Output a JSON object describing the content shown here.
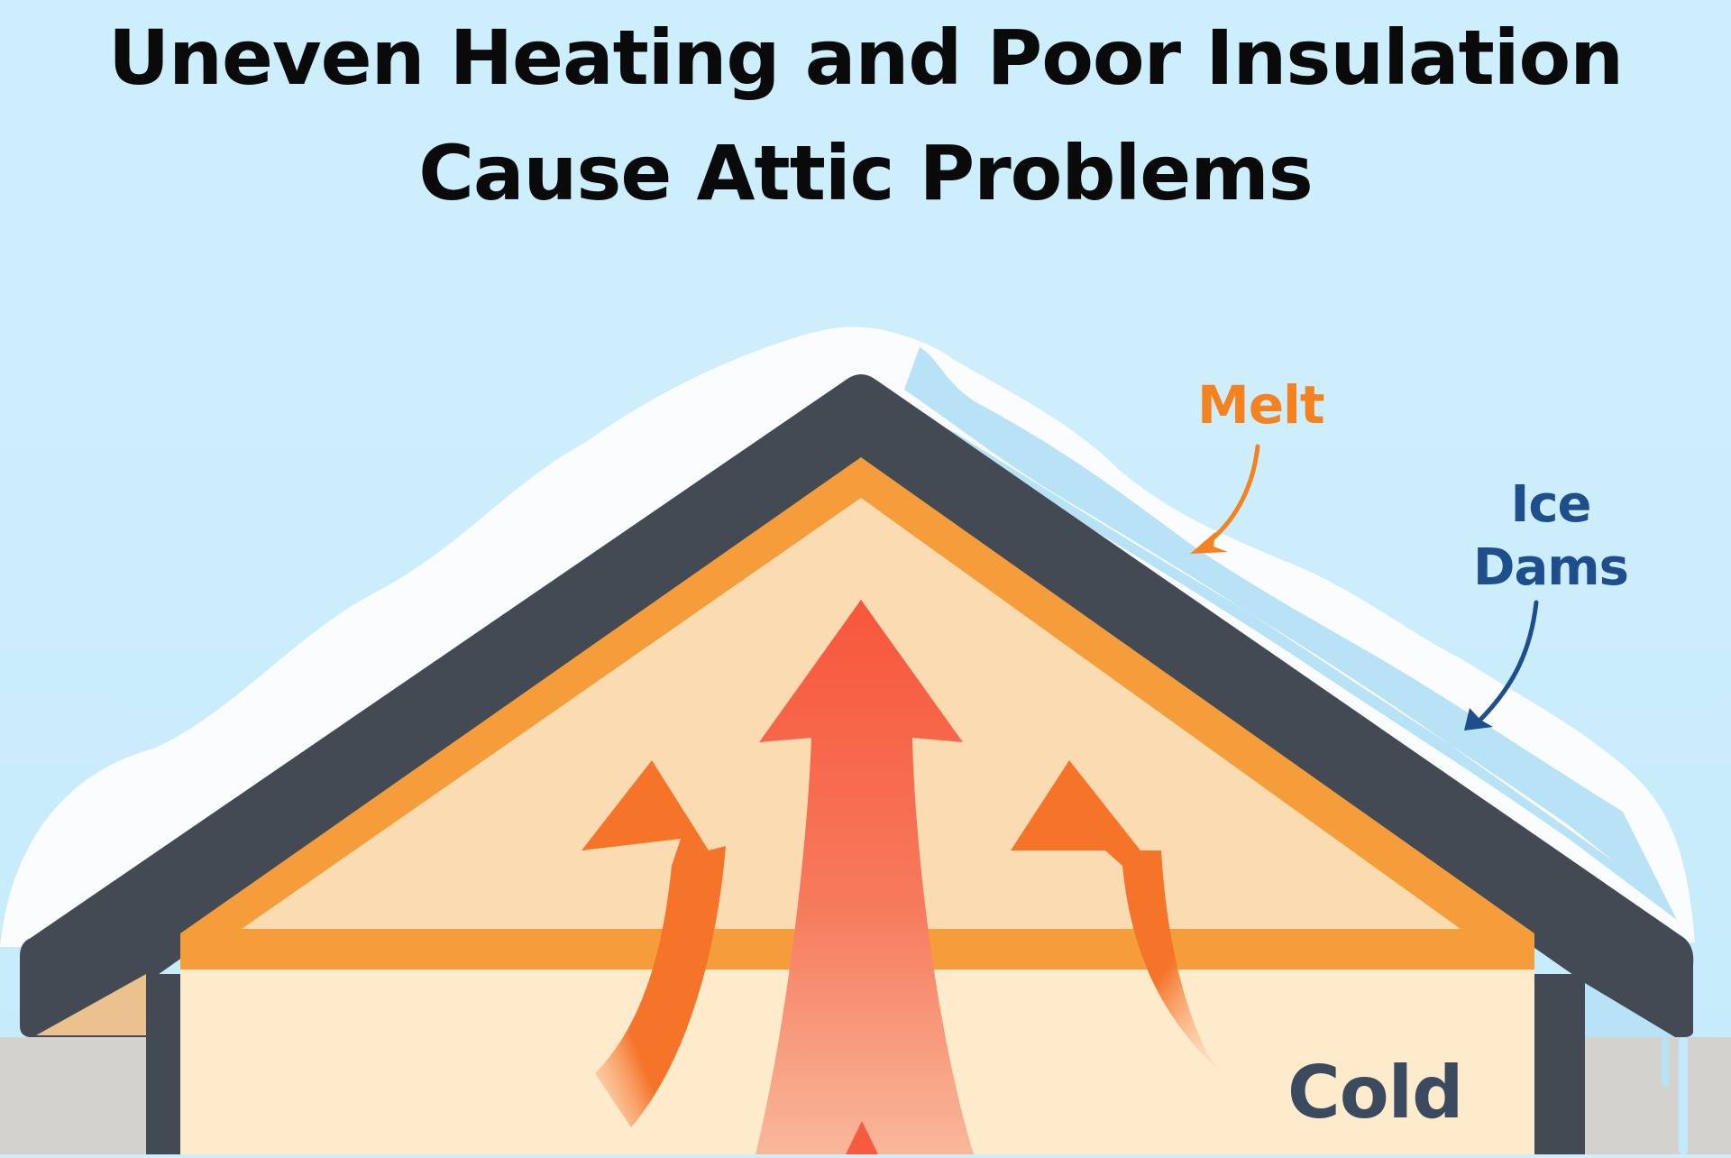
{
  "title": {
    "line1": "Uneven Heating and Poor Insulation",
    "line2": "Cause Attic Problems"
  },
  "labels": {
    "melt": "Melt",
    "ice_dams_line1": "Ice",
    "ice_dams_line2": "Dams",
    "cold": "Cold"
  },
  "colors": {
    "sky": "#cdeefc",
    "snow": "#fafcfd",
    "meltwater": "#b8e2f6",
    "roof": "#444a54",
    "insulation_band": "#f59d3a",
    "attic_fill": "#fbdcb2",
    "room_fill": "#fdebcc",
    "heat_arrow_side": "#f5742a",
    "heat_arrow_center": "#f75a3e",
    "melt_label": "#f58220",
    "ice_label": "#1f4e8c",
    "cold_label": "#3b4a5e",
    "ground_wall": "#d4d2ce"
  }
}
